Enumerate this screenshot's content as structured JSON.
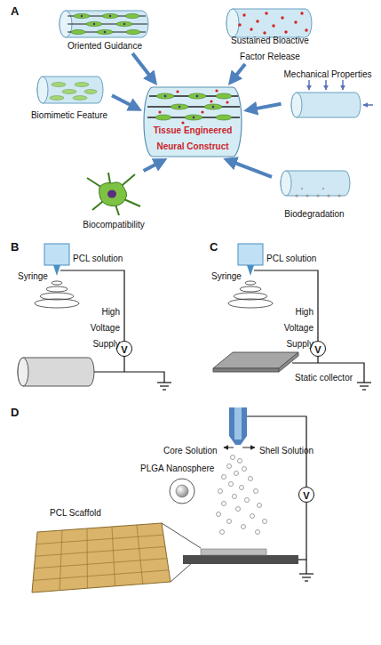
{
  "diagram": {
    "nodes": [
      {
        "text": [
          "Oriented Guidance"
        ]
      },
      {
        "text": [
          "Sustained Bioactive Factor Release"
        ]
      },
      {
        "text": [
          "Biomimetic Feature"
        ]
      },
      {
        "text": [
          "Tissue Engineered Neural Construct"
        ]
      },
      {
        "text": [
          "Mechanical Properties"
        ]
      },
      {
        "text": [
          "Biocompatibility"
        ]
      },
      {
        "text": [
          "Biodegradation"
        ]
      },
      {
        "text": [
          "V"
        ]
      },
      {
        "text": [
          "V"
        ]
      },
      {
        "text": [
          "V"
        ]
      }
    ],
    "edges": [
      {
        "from": 0,
        "to": 3,
        "arrow": "to"
      },
      {
        "from": 1,
        "to": 3,
        "arrow": "to"
      },
      {
        "from": 2,
        "to": 3,
        "arrow": "to"
      },
      {
        "from": 4,
        "to": 3,
        "arrow": "to"
      },
      {
        "from": 5,
        "to": 3,
        "arrow": "to"
      },
      {
        "from": 6,
        "to": 3,
        "arrow": "to"
      }
    ],
    "labels": [
      "A",
      "B",
      "C",
      "D",
      "PCL solution",
      "Syringe",
      "High Voltage Supply",
      "PCL solution",
      "Syringe",
      "High Voltage Supply",
      "Static collector",
      "Core Solution",
      "Shell Solution",
      "PLGA Nanosphere",
      "PCL Scaffold"
    ]
  }
}
